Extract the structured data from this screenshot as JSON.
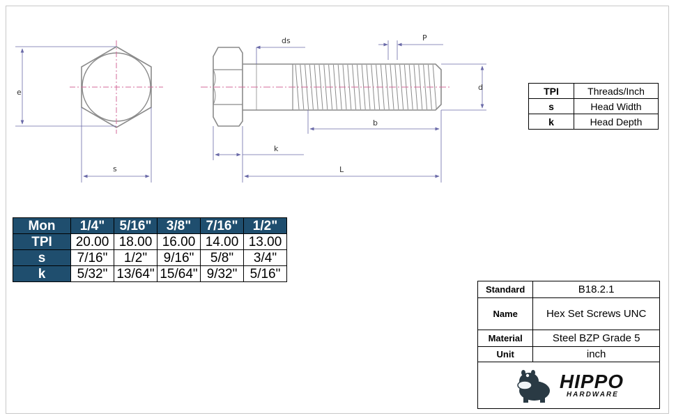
{
  "diagram_labels": {
    "e": "e",
    "s": "s",
    "ds": "ds",
    "P": "P",
    "d": "d",
    "b": "b",
    "k": "k",
    "L": "L"
  },
  "legend": [
    {
      "key": "TPI",
      "value": "Threads/Inch"
    },
    {
      "key": "s",
      "value": "Head Width"
    },
    {
      "key": "k",
      "value": "Head Depth"
    }
  ],
  "sizes_table": {
    "header": [
      "Mon",
      "1/4\"",
      "5/16\"",
      "3/8\"",
      "7/16\"",
      "1/2\""
    ],
    "rows": [
      {
        "label": "TPI",
        "cells": [
          "20.00",
          "18.00",
          "16.00",
          "14.00",
          "13.00"
        ]
      },
      {
        "label": "s",
        "cells": [
          "7/16\"",
          "1/2\"",
          "9/16\"",
          "5/8\"",
          "3/4\""
        ]
      },
      {
        "label": "k",
        "cells": [
          "5/32\"",
          "13/64\"",
          "15/64\"",
          "9/32\"",
          "5/16\""
        ]
      }
    ]
  },
  "spec": {
    "standard": {
      "key": "Standard",
      "value": "B18.2.1"
    },
    "name": {
      "key": "Name",
      "value": "Hex Set Screws UNC"
    },
    "material": {
      "key": "Material",
      "value": "Steel BZP Grade 5"
    },
    "unit": {
      "key": "Unit",
      "value": "inch"
    }
  },
  "logo": {
    "icon": "hippo-icon",
    "brand": "HIPPO",
    "sub": "HARDWARE"
  },
  "colors": {
    "header_bg": "#1f4e6e",
    "line": "#8a8a8a",
    "dim": "#6a6aa8",
    "center": "#d36a9a"
  }
}
